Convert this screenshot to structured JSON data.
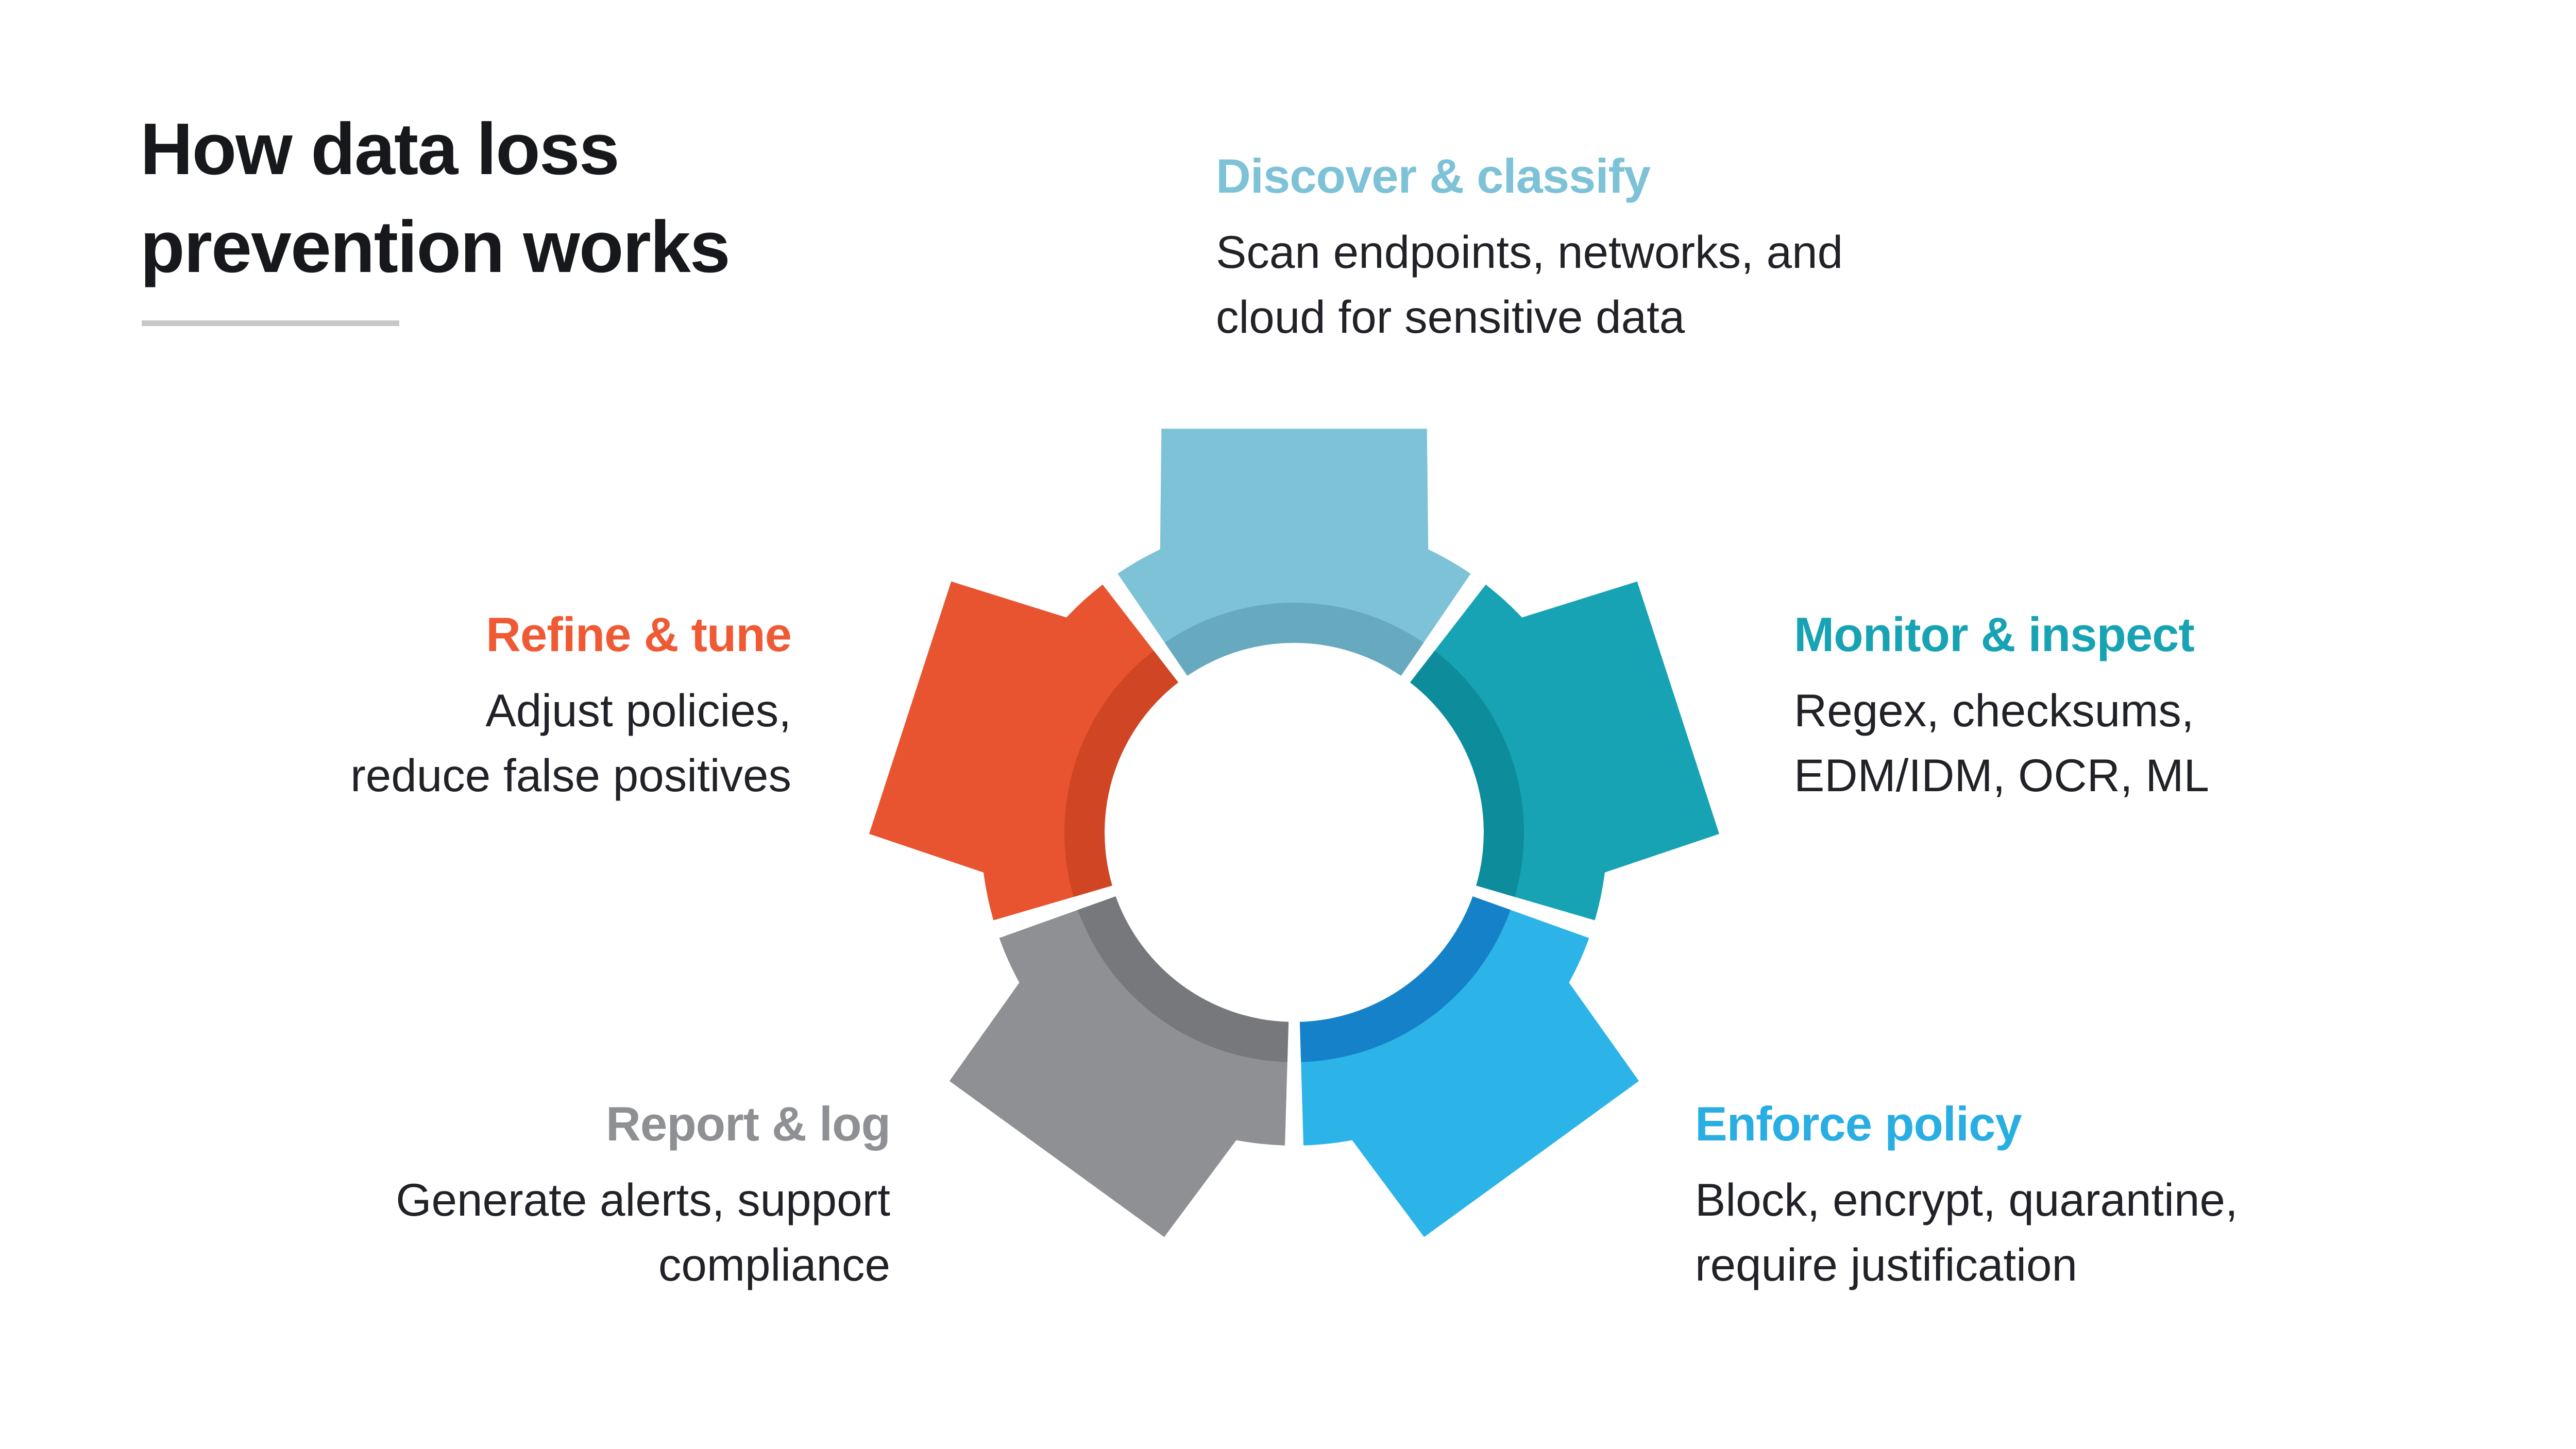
{
  "page": {
    "background": "#ffffff",
    "title_color": "#17181b",
    "body_text_color": "#212227",
    "divider_color": "#c6c7c8"
  },
  "header": {
    "title": "How data loss prevention works"
  },
  "diagram": {
    "name": "dlp-cycle-gear",
    "segments": [
      {
        "id": "discover",
        "color": "#7dc2d7",
        "dark_color": "#67a9bf"
      },
      {
        "id": "monitor",
        "color": "#17a3b3",
        "dark_color": "#0d8c9c"
      },
      {
        "id": "enforce",
        "color": "#2cb4e8",
        "dark_color": "#1581c8"
      },
      {
        "id": "report",
        "color": "#8e9093",
        "dark_color": "#76787b"
      },
      {
        "id": "refine",
        "color": "#e85430",
        "dark_color": "#d04523"
      }
    ]
  },
  "labels": [
    {
      "id": "discover",
      "heading": "Discover & classify",
      "color": "#7dc2d7",
      "lines": [
        "Scan endpoints, networks, and",
        "cloud for sensitive data"
      ]
    },
    {
      "id": "monitor",
      "heading": "Monitor & inspect",
      "color": "#17a3b3",
      "lines": [
        "Regex, checksums,",
        "EDM/IDM, OCR, ML"
      ]
    },
    {
      "id": "enforce",
      "heading": "Enforce policy",
      "color": "#29aee3",
      "lines": [
        "Block, encrypt, quarantine,",
        "require justification"
      ]
    },
    {
      "id": "report",
      "heading": "Report & log",
      "color": "#8e9093",
      "lines": [
        "Generate alerts, support",
        "compliance"
      ]
    },
    {
      "id": "refine",
      "heading": "Refine & tune",
      "color": "#ef5a35",
      "lines": [
        "Adjust policies,",
        "reduce false positives"
      ]
    }
  ]
}
